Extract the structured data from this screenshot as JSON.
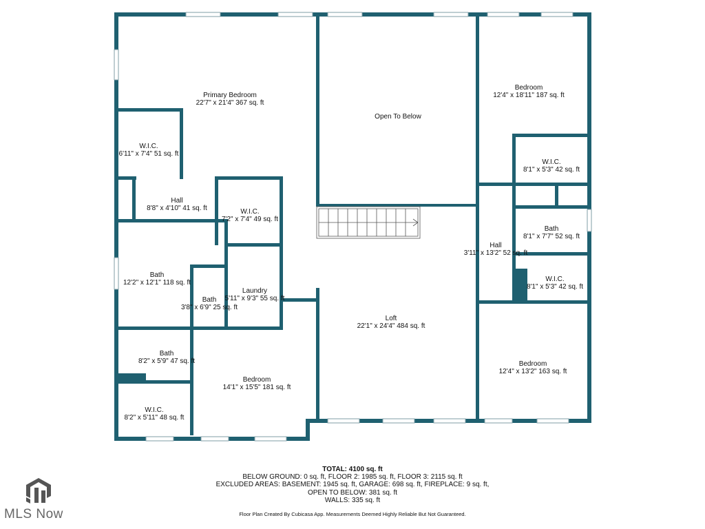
{
  "rooms": {
    "primary_bedroom": {
      "name": "Primary Bedroom",
      "dims": "22'7\" x 21'4\" 367 sq. ft"
    },
    "wic_primary": {
      "name": "W.I.C.",
      "dims": "6'11\" x 7'4\" 51 sq. ft"
    },
    "hall_left": {
      "name": "Hall",
      "dims": "8'8\" x 4'10\" 41 sq. ft"
    },
    "wic_center": {
      "name": "W.I.C.",
      "dims": "7'2\" x 7'4\" 49 sq. ft"
    },
    "bath_large": {
      "name": "Bath",
      "dims": "12'2\" x 12'1\" 118 sq. ft"
    },
    "bath_small": {
      "name": "Bath",
      "dims": "3'8\" x 6'9\" 25 sq. ft"
    },
    "laundry": {
      "name": "Laundry",
      "dims": "5'11\" x 9'3\" 55 sq. ft"
    },
    "bath_lower": {
      "name": "Bath",
      "dims": "8'2\" x 5'9\" 47 sq. ft"
    },
    "wic_lower": {
      "name": "W.I.C.",
      "dims": "8'2\" x 5'11\" 48 sq. ft"
    },
    "bedroom_lower": {
      "name": "Bedroom",
      "dims": "14'1\" x 15'5\" 181 sq. ft"
    },
    "open_to_below": {
      "name": "Open To Below"
    },
    "loft": {
      "name": "Loft",
      "dims": "22'1\" x 24'4\" 484 sq. ft"
    },
    "bedroom_ne": {
      "name": "Bedroom",
      "dims": "12'4\" x 18'11\" 187 sq. ft"
    },
    "wic_ne": {
      "name": "W.I.C.",
      "dims": "8'1\" x 5'3\" 42 sq. ft"
    },
    "bath_e": {
      "name": "Bath",
      "dims": "8'1\" x 7'7\" 52 sq. ft"
    },
    "hall_right": {
      "name": "Hall",
      "dims": "3'11\" x 13'2\" 52 sq. ft"
    },
    "wic_e": {
      "name": "W.I.C.",
      "dims": "8'1\" x 5'3\" 42 sq. ft"
    },
    "bedroom_se": {
      "name": "Bedroom",
      "dims": "12'4\" x 13'2\" 163 sq. ft"
    }
  },
  "totals": {
    "total": "TOTAL: 4100 sq. ft",
    "line1": "BELOW GROUND: 0 sq. ft, FLOOR 2: 1985 sq. ft, FLOOR 3: 2115 sq. ft",
    "line2": "EXCLUDED AREAS: BASEMENT: 1945 sq. ft, GARAGE: 698 sq. ft, FIREPLACE: 9 sq. ft,",
    "line3": "OPEN TO BELOW: 381 sq. ft",
    "line4": "WALLS: 335 sq. ft"
  },
  "credit": "Floor Plan Created By Cubicasa App. Measurements Deemed Highly Reliable But Not Guaranteed.",
  "logo": {
    "text": "MLS Now",
    "icon": "mls-now-logo-icon"
  },
  "colors": {
    "wall": "#1f6070",
    "text": "#111111"
  }
}
